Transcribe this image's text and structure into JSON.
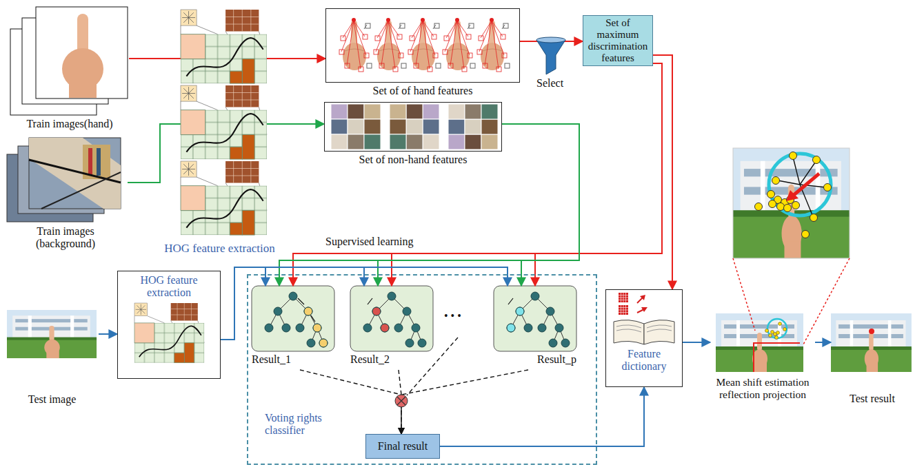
{
  "diagram": {
    "nodes": [
      {
        "text": [
          "Train images(hand)"
        ]
      },
      {
        "text": [
          "Train images (background)"
        ]
      },
      {
        "text": [
          "HOG feature extraction"
        ]
      },
      {
        "text": [
          "Set of of hand features"
        ]
      },
      {
        "text": [
          "Set of non-hand features"
        ]
      },
      {
        "text": [
          "Set of maximum discrimination features"
        ]
      },
      {
        "text": [
          "Test image"
        ]
      },
      {
        "text": [
          "HOG feature extraction"
        ]
      },
      {
        "text": [
          "Voting rights classifier"
        ]
      },
      {
        "text": [
          "Result_1"
        ],
        "in": 8
      },
      {
        "text": [
          "Result_2"
        ],
        "in": 8
      },
      {
        "text": [
          "Result_p"
        ],
        "in": 8
      },
      {
        "text": [
          "Final result"
        ],
        "in": 8
      },
      {
        "text": [
          "Feature dictionary"
        ]
      },
      {
        "text": [
          "Mean shift estimation reflection projection"
        ]
      },
      {
        "text": [
          "Test result"
        ]
      }
    ],
    "edges": [
      {
        "from": 0,
        "to": 2,
        "arrow": "none"
      },
      {
        "from": 1,
        "to": 2,
        "arrow": "none"
      },
      {
        "from": 2,
        "to": 3,
        "arrow": "to"
      },
      {
        "from": 2,
        "to": 4,
        "arrow": "to"
      },
      {
        "from": 3,
        "to": 5,
        "arrow": "to"
      },
      {
        "from": 5,
        "to": 13,
        "arrow": "to"
      },
      {
        "from": 5,
        "to": 9,
        "arrow": "to"
      },
      {
        "from": 5,
        "to": 10,
        "arrow": "to"
      },
      {
        "from": 5,
        "to": 11,
        "arrow": "to"
      },
      {
        "from": 4,
        "to": 9,
        "arrow": "to"
      },
      {
        "from": 4,
        "to": 10,
        "arrow": "to"
      },
      {
        "from": 4,
        "to": 11,
        "arrow": "to"
      },
      {
        "from": 6,
        "to": 7,
        "arrow": "to"
      },
      {
        "from": 7,
        "to": 9,
        "arrow": "to"
      },
      {
        "from": 7,
        "to": 10,
        "arrow": "to"
      },
      {
        "from": 7,
        "to": 11,
        "arrow": "to"
      },
      {
        "from": 9,
        "to": 12,
        "arrow": "to"
      },
      {
        "from": 10,
        "to": 12,
        "arrow": "to"
      },
      {
        "from": 11,
        "to": 12,
        "arrow": "to"
      },
      {
        "from": 12,
        "to": 13,
        "arrow": "to"
      },
      {
        "from": 13,
        "to": 14,
        "arrow": "to"
      },
      {
        "from": 14,
        "to": 15,
        "arrow": "to"
      }
    ],
    "labels": [
      "Select",
      "Supervised learning",
      "• • •"
    ]
  }
}
